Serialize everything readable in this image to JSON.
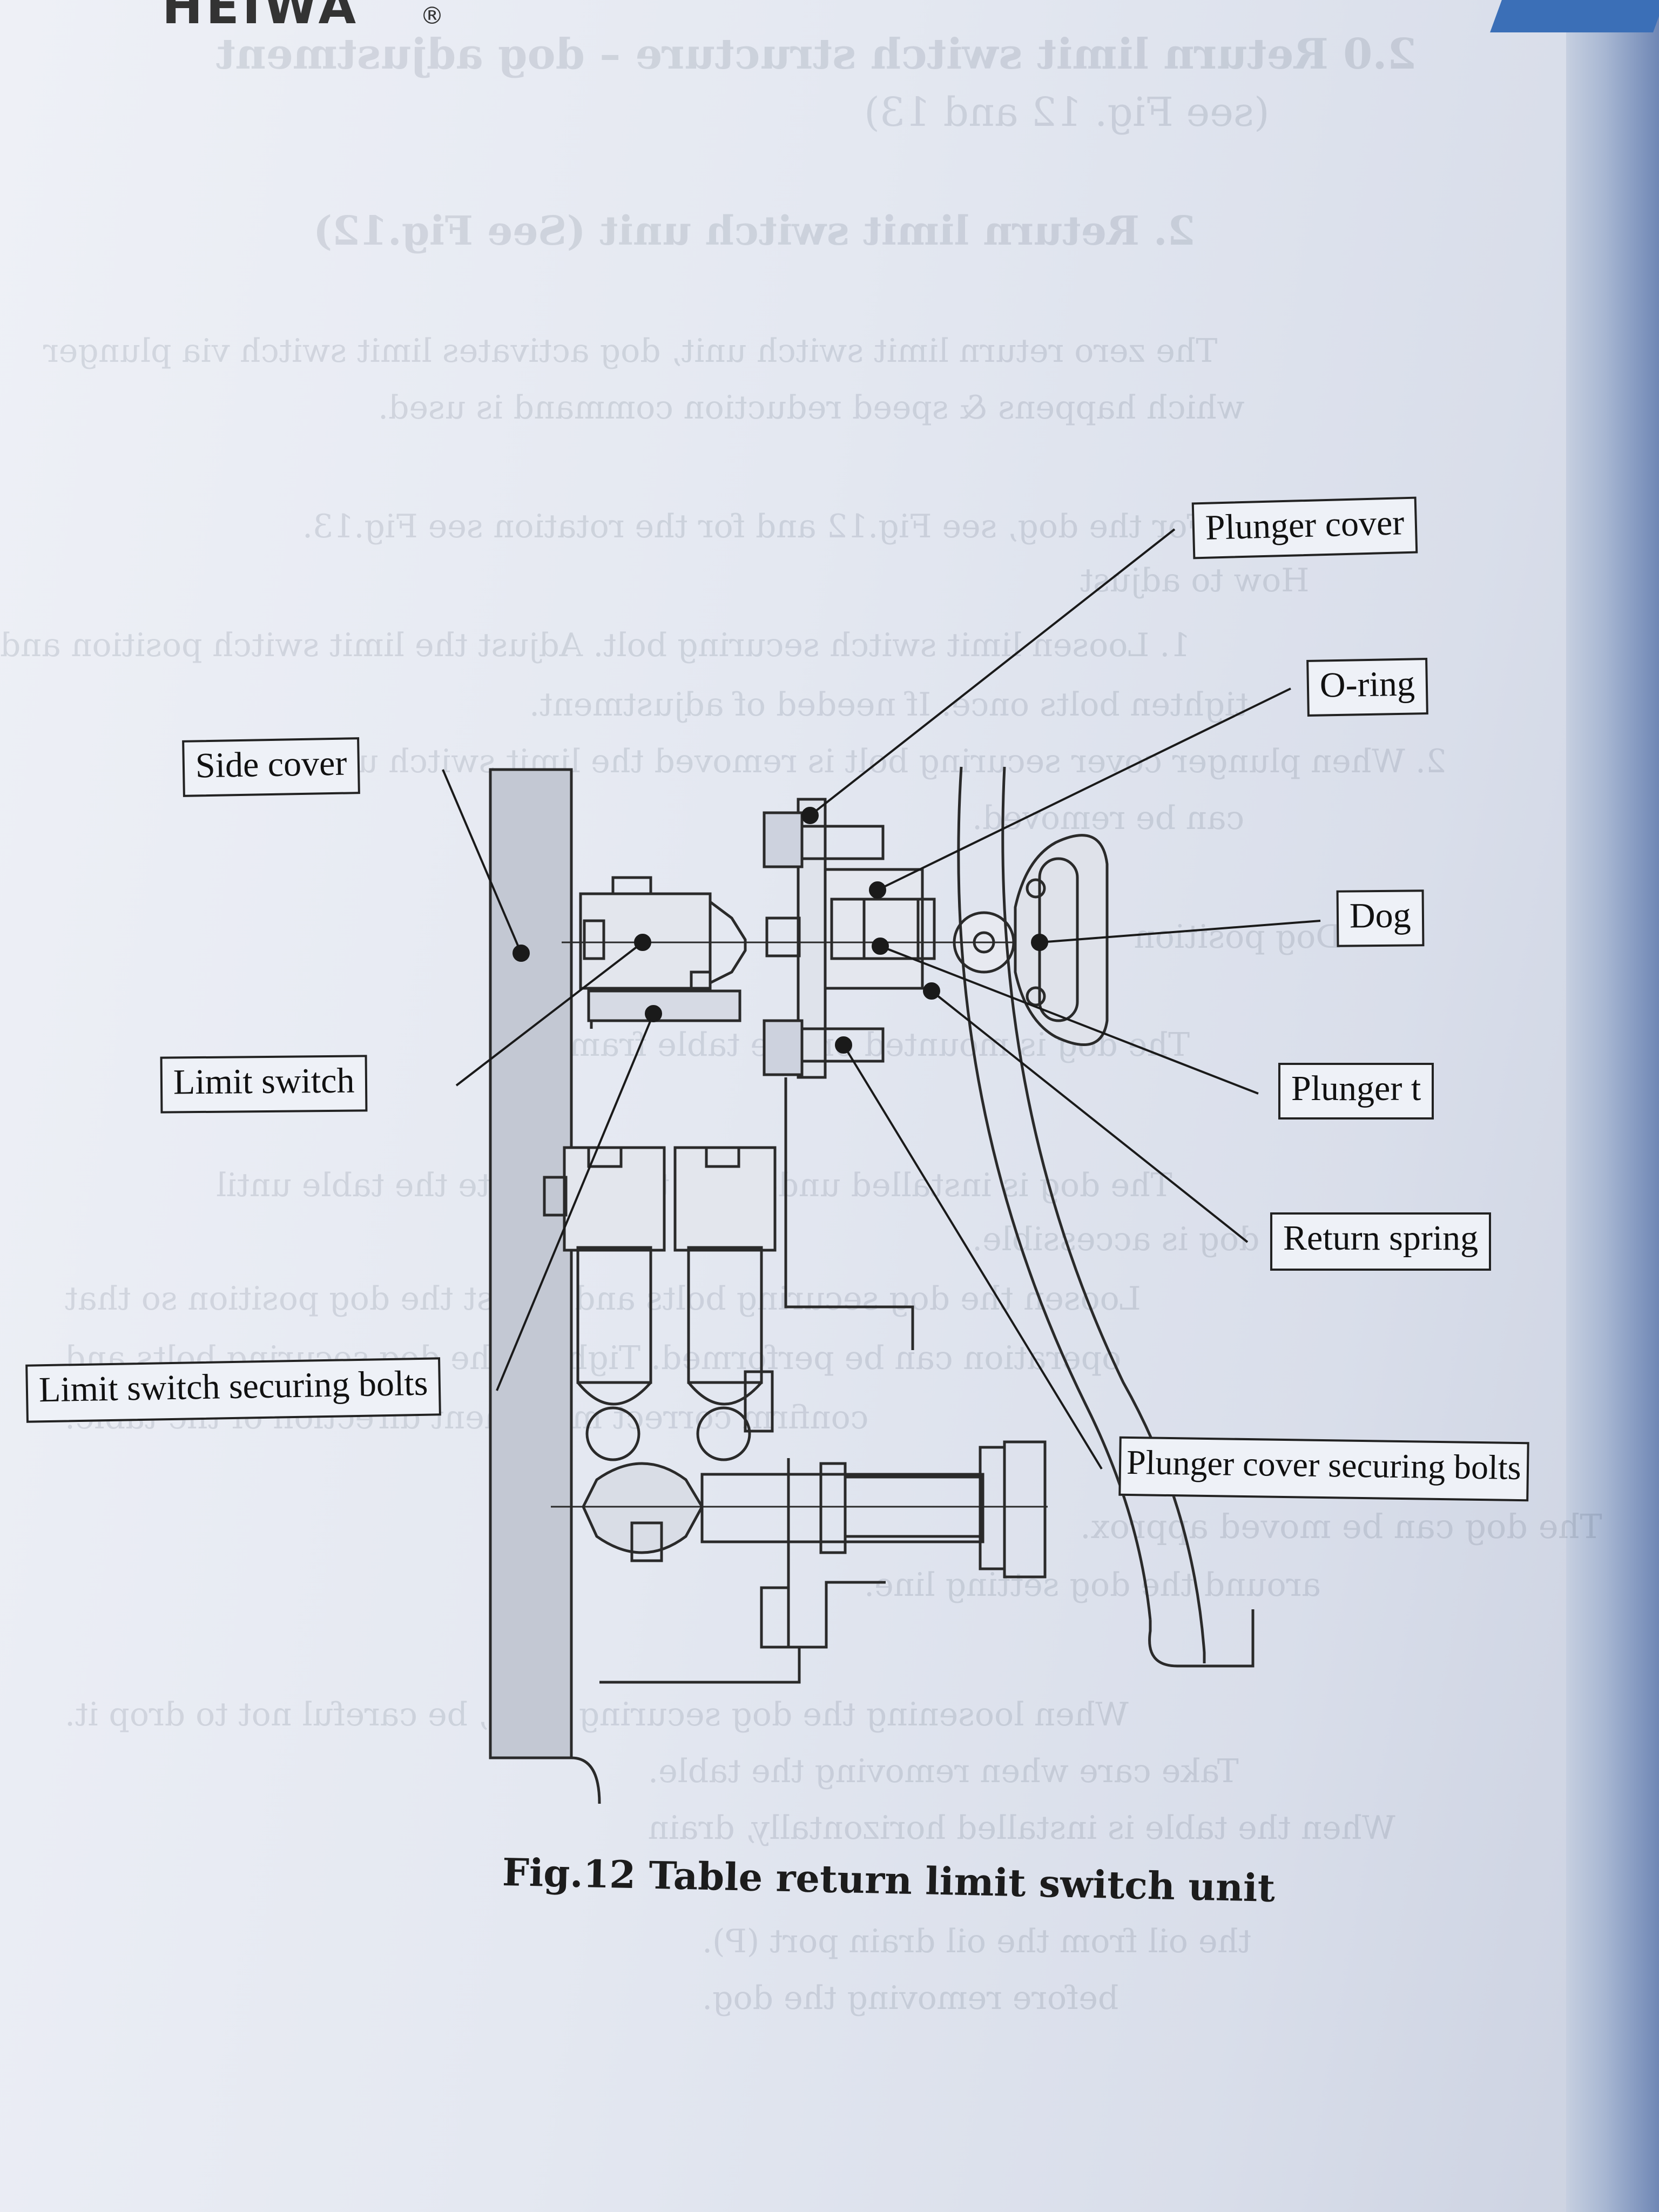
{
  "page": {
    "logo_text": "HEIWA",
    "logo_mark": "®",
    "caption": "Fig.12 Table return limit switch unit"
  },
  "labels": {
    "plunger_cover": "Plunger cover",
    "o_ring": "O-ring",
    "side_cover": "Side cover",
    "dog": "Dog",
    "limit_switch": "Limit switch",
    "plunger": "Plunger t",
    "return_spring": "Return spring",
    "limit_switch_securing_bolts": "Limit switch securing bolts",
    "plunger_cover_securing_bolts": "Plunger cover securing bolts"
  },
  "bleed_through": [
    "2.0 Return limit switch structure – dog adjustment",
    "(see Fig. 12 and 13)",
    "2. Return limit switch unit (See Fig.12)",
    "The zero return limit switch unit, dog activates limit switch via plunger",
    "which happens & speed reduction command is used.",
    "For the dog, see Fig.12 and for the rotation see Fig.13.",
    "How to adjust",
    "1. Loosen limit switch securing bolt. Adjust the limit switch position and",
    "tighten bolts once. If needed of adjustment.",
    "2. When plunger cover securing bolt is removed the limit switch unit",
    "can be removed.",
    "Dog position",
    "The dog is mounted on the table frame.",
    "The dog is installed under the table. Rotate the table until",
    "the dog is accessible.",
    "Loosen the dog securing bolts and adjust the dog position so that",
    "operation can be performed. Tighten the dog securing bolts and",
    "confirm correct movement direction of the table.",
    "The dog can be moved approx.",
    "around the dog setting line.",
    "When loosening the dog securing bolts, be careful not to drop it.",
    "Take care when removing the table.",
    "When the table is installed horizontally, drain",
    "the oil from the oil drain port (P).",
    "before removing the dog."
  ]
}
